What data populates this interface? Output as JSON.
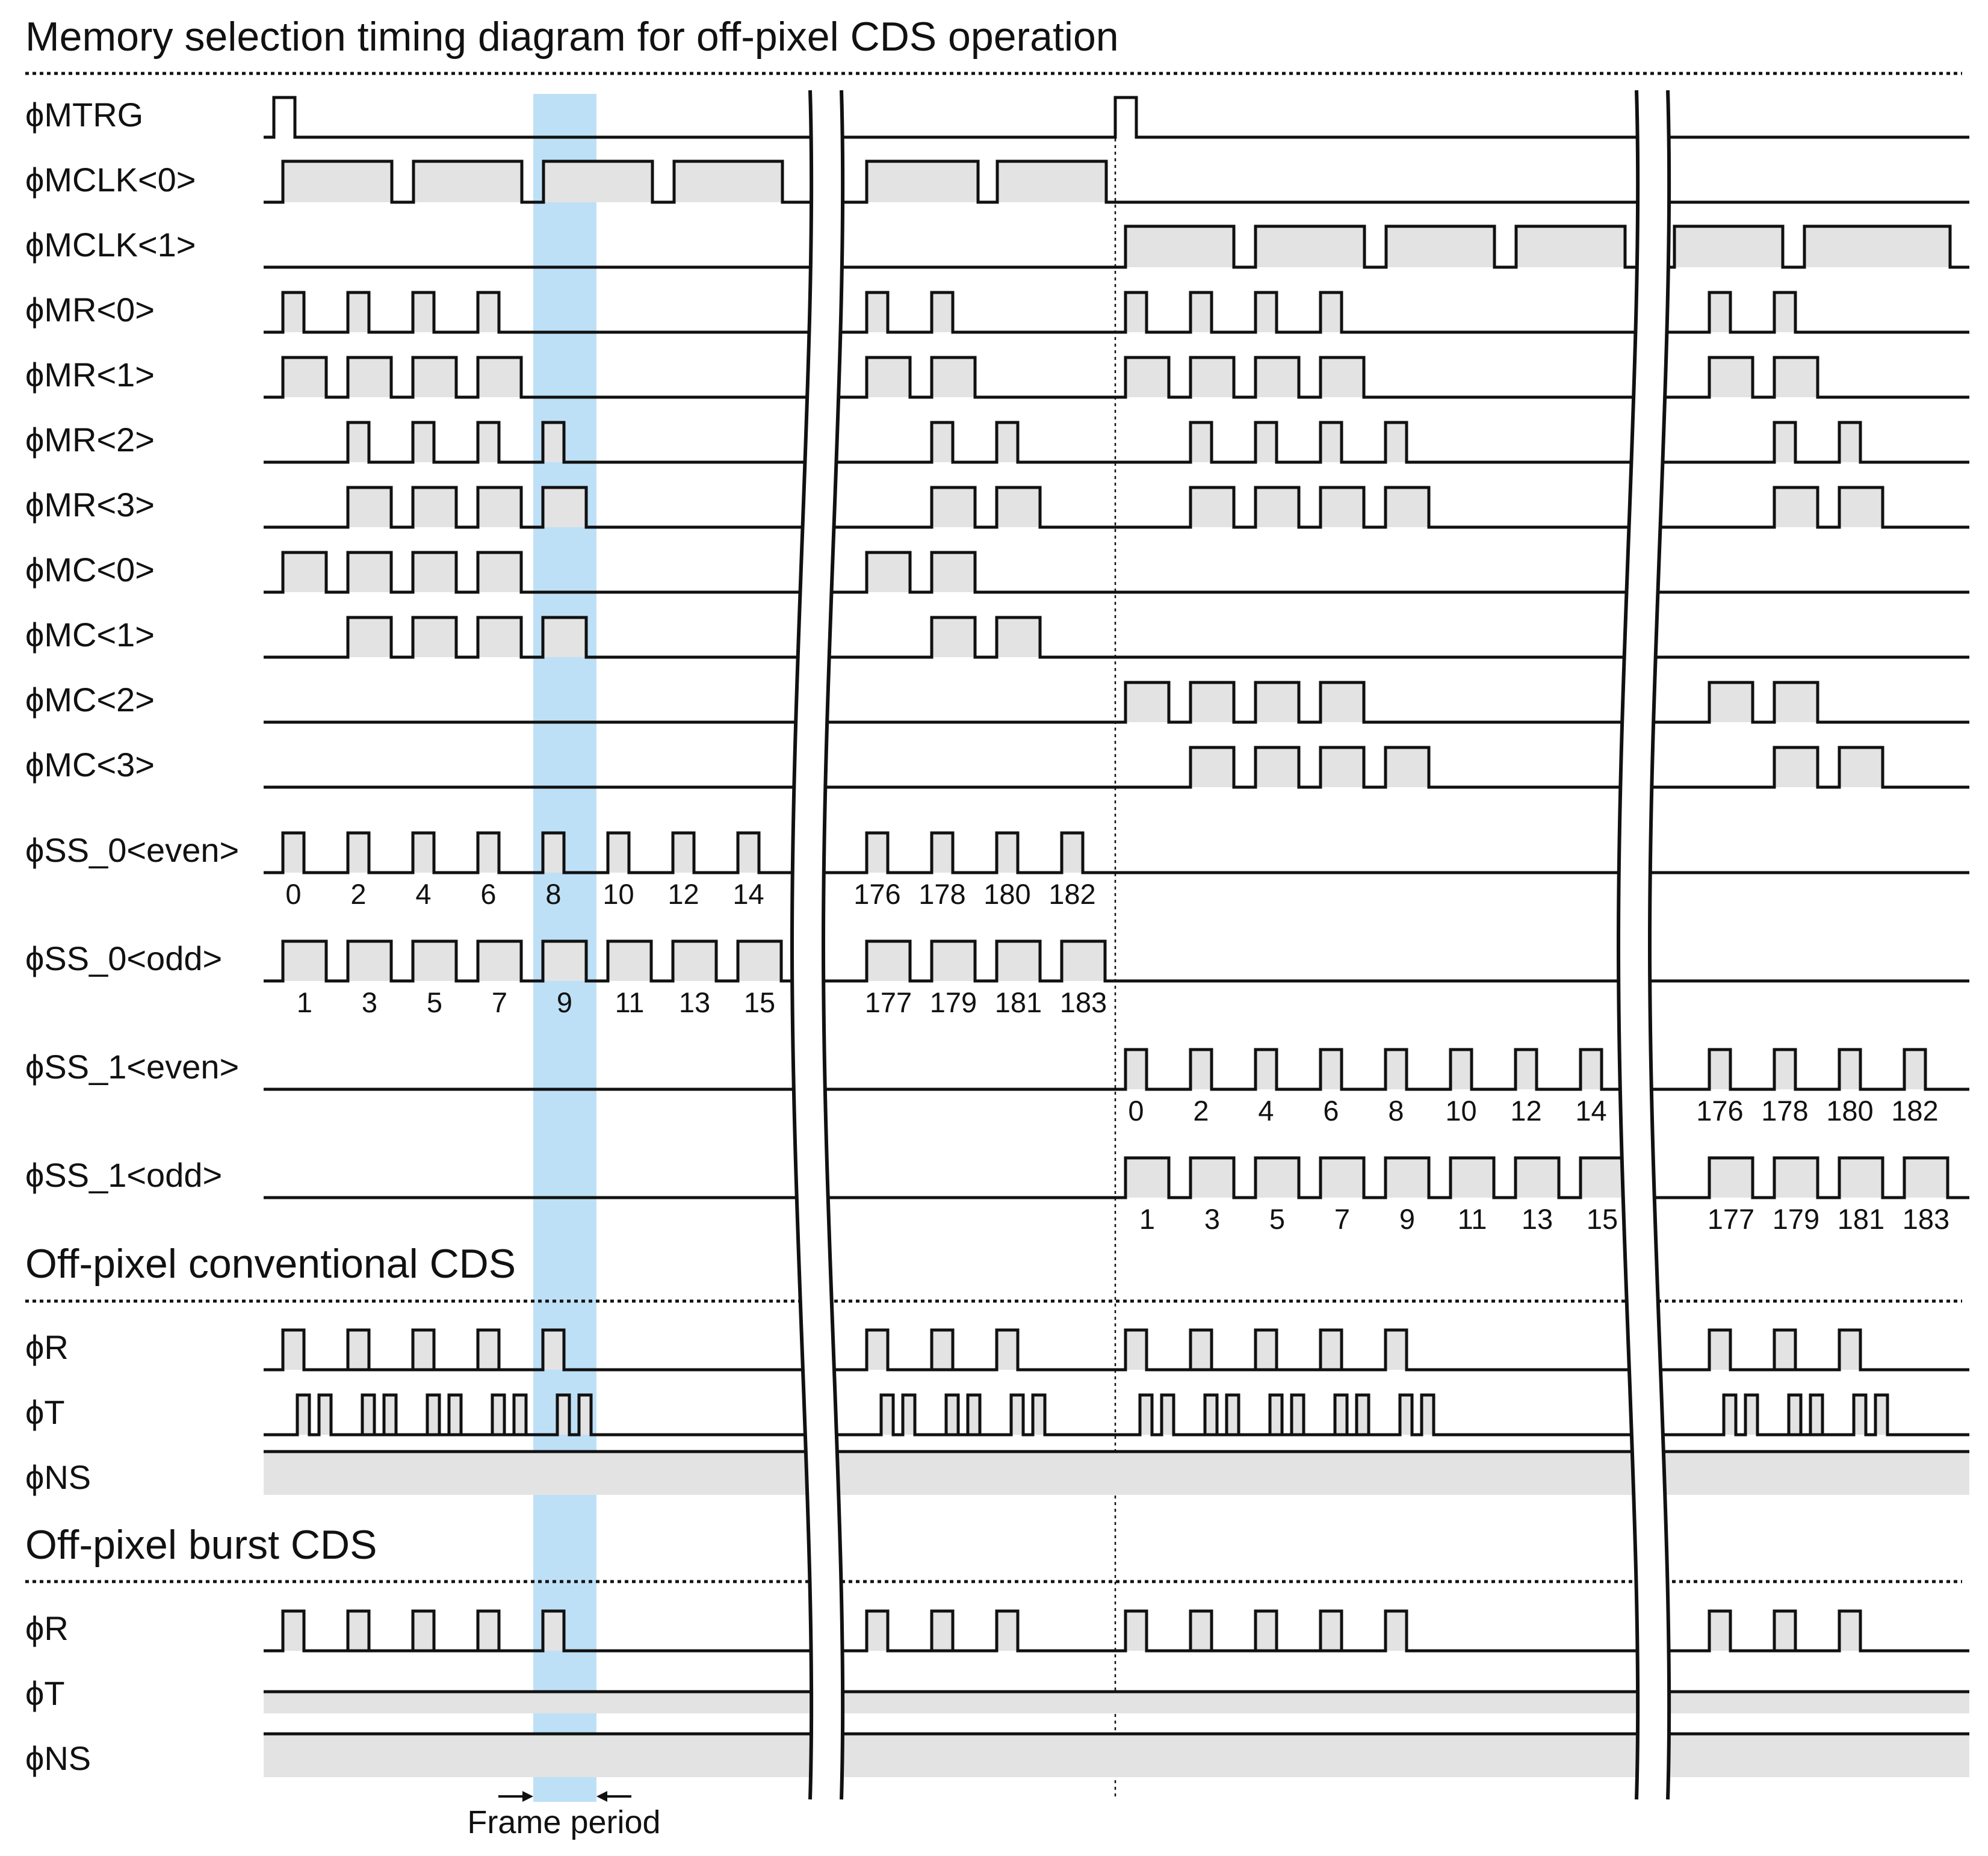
{
  "colors": {
    "line": "#111111",
    "fill": "#e3e3e3",
    "highlight": "#bde0f7",
    "background": "#ffffff"
  },
  "sections": {
    "memory_selection": {
      "title": "Memory selection timing diagram for off-pixel CDS operation"
    },
    "conventional": {
      "title": "Off-pixel conventional CDS"
    },
    "burst": {
      "title": "Off-pixel burst CDS"
    }
  },
  "signals": {
    "mtrg": "ϕMTRG",
    "mclk0": "ϕMCLK<0>",
    "mclk1": "ϕMCLK<1>",
    "mr0": "ϕMR<0>",
    "mr1": "ϕMR<1>",
    "mr2": "ϕMR<2>",
    "mr3": "ϕMR<3>",
    "mc0": "ϕMC<0>",
    "mc1": "ϕMC<1>",
    "mc2": "ϕMC<2>",
    "mc3": "ϕMC<3>",
    "ss0_even": "ϕSS_0<even>",
    "ss0_odd": "ϕSS_0<odd>",
    "ss1_even": "ϕSS_1<even>",
    "ss1_odd": "ϕSS_1<odd>",
    "conv_r": "ϕR",
    "conv_t": "ϕT",
    "conv_ns": "ϕNS",
    "burst_r": "ϕR",
    "burst_t": "ϕT",
    "burst_ns": "ϕNS"
  },
  "pulse_labels": {
    "ss0_even": [
      "0",
      "2",
      "4",
      "6",
      "8",
      "10",
      "12",
      "14",
      "176",
      "178",
      "180",
      "182"
    ],
    "ss0_odd": [
      "1",
      "3",
      "5",
      "7",
      "9",
      "11",
      "13",
      "15",
      "177",
      "179",
      "181",
      "183"
    ],
    "ss1_even": [
      "0",
      "2",
      "4",
      "6",
      "8",
      "10",
      "12",
      "14",
      "176",
      "178",
      "180",
      "182"
    ],
    "ss1_odd": [
      "1",
      "3",
      "5",
      "7",
      "9",
      "11",
      "13",
      "15",
      "177",
      "179",
      "181",
      "183"
    ]
  },
  "annotation": {
    "frame_period": "Frame period"
  }
}
